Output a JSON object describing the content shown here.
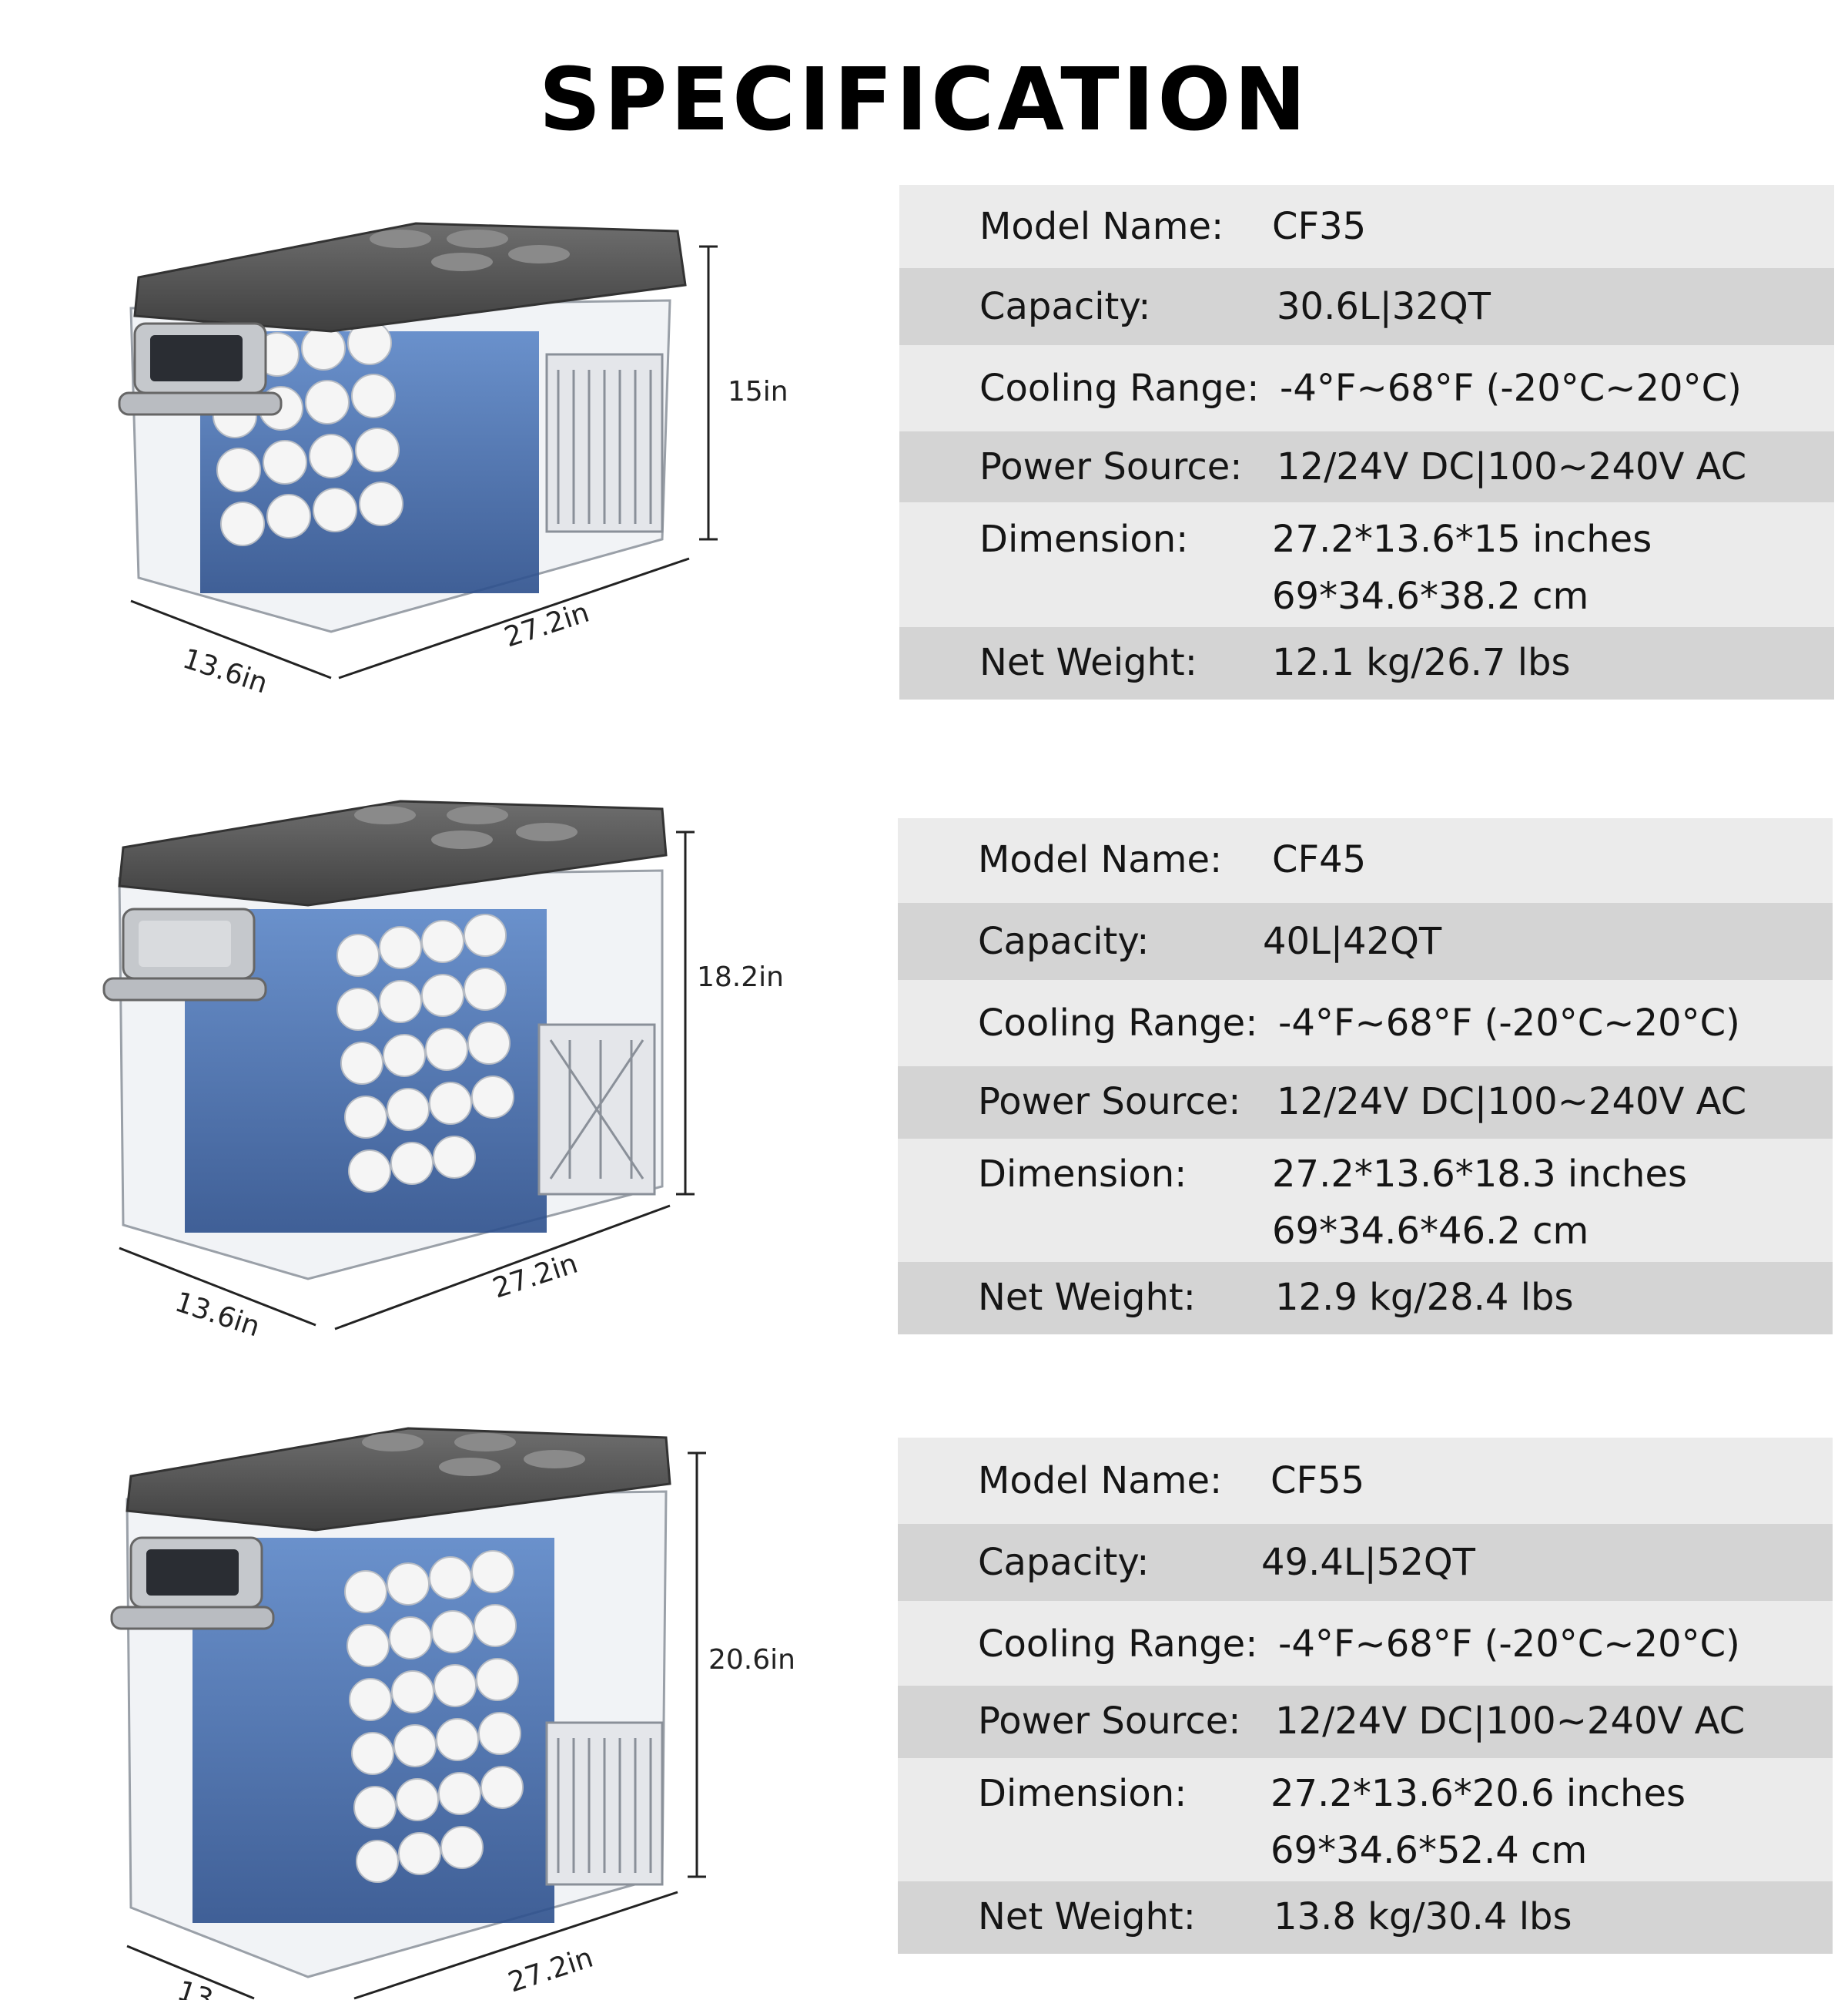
{
  "page": {
    "title": "SPECIFICATION"
  },
  "labels": {
    "model_name": "Model Name:",
    "capacity": "Capacity:",
    "cooling_range": "Cooling Range:",
    "power_source": "Power Source:",
    "dimension": "Dimension:",
    "net_weight": "Net Weight:"
  },
  "models": [
    {
      "model_name": "CF35",
      "capacity": "30.6L|32QT",
      "cooling_range": "-4°F~68°F (-20°C~20°C)",
      "power_source": "12/24V DC|100~240V AC",
      "dimension_in": "27.2*13.6*15 inches",
      "dimension_cm": "69*34.6*38.2 cm",
      "net_weight": "12.1 kg/26.7 lbs",
      "figure": {
        "height_label": "15in",
        "width_label": "27.2in",
        "depth_label": "13.6in"
      }
    },
    {
      "model_name": "CF45",
      "capacity": "40L|42QT",
      "cooling_range": "-4°F~68°F (-20°C~20°C)",
      "power_source": "12/24V DC|100~240V AC",
      "dimension_in": "27.2*13.6*18.3 inches",
      "dimension_cm": "69*34.6*46.2 cm",
      "net_weight": "12.9 kg/28.4 lbs",
      "figure": {
        "height_label": "18.2in",
        "width_label": "27.2in",
        "depth_label": "13.6in"
      }
    },
    {
      "model_name": "CF55",
      "capacity": "49.4L|52QT",
      "cooling_range": "-4°F~68°F (-20°C~20°C)",
      "power_source": "12/24V DC|100~240V AC",
      "dimension_in": "27.2*13.6*20.6 inches",
      "dimension_cm": "69*34.6*52.4 cm",
      "net_weight": "13.8 kg/30.4 lbs",
      "figure": {
        "height_label": "20.6in",
        "width_label": "27.2in",
        "depth_label": "13"
      }
    }
  ]
}
